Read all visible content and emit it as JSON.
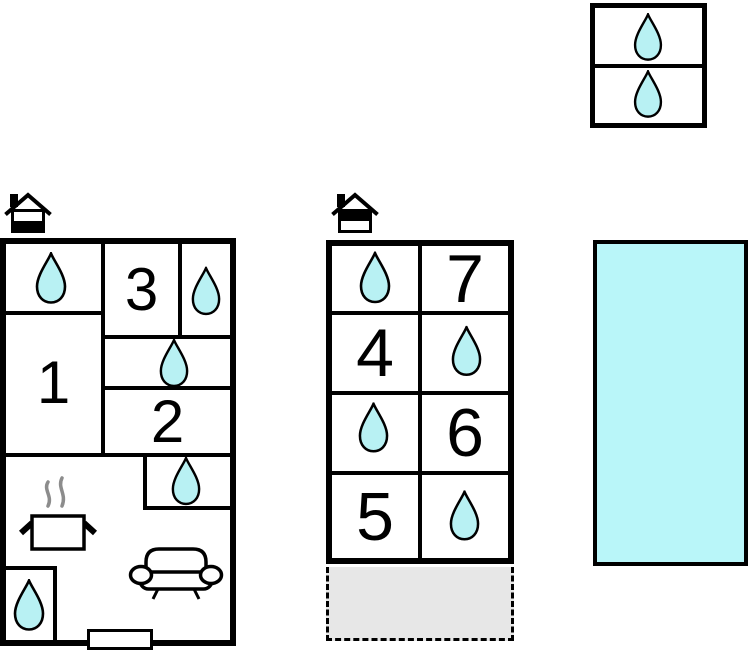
{
  "building_left": {
    "floor_indicator_icon": "house-bottom-half-filled",
    "rooms": {
      "r1": "1",
      "r2": "2",
      "r3": "3"
    },
    "water_drop_count": 5,
    "feature_icons": [
      "water-drop",
      "cooking-pot-with-steam",
      "sofa",
      "entrance-door"
    ]
  },
  "building_middle": {
    "floor_indicator_icon": "house-top-half-filled",
    "rooms": {
      "r4": "4",
      "r5": "5",
      "r6": "6",
      "r7": "7"
    },
    "water_drop_count": 4,
    "terrace_icon": "dashed-open-terrace"
  },
  "building_top_right": {
    "water_drop_count": 2
  },
  "pool": {
    "icon": "swimming-pool"
  },
  "icons": {
    "water_drop": "teardrop-shape",
    "stove": "cooking-pot-with-steam-squiggles",
    "sofa": "sofa-front-view",
    "floor_indicator": "gabled-house-with-chimney"
  },
  "colors": {
    "water": "#b8f1f3",
    "pool_water": "#b9f6f9",
    "terrace": "#e7e7e7",
    "steam": "#8c8c8c",
    "wall": "#000000"
  }
}
